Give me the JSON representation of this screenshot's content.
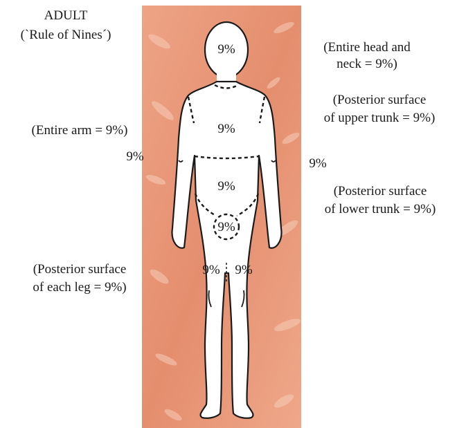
{
  "heading": {
    "line1": "ADULT",
    "line2": "(`Rule of Nines´)"
  },
  "labels": {
    "head_neck_1": "(Entire head and",
    "head_neck_2": "neck = 9%)",
    "upper_trunk_1": "(Posterior surface",
    "upper_trunk_2": "of upper trunk = 9%)",
    "arm": "(Entire arm = 9%)",
    "left_arm_pct": "9%",
    "right_arm_pct": "9%",
    "lower_trunk_1": "(Posterior surface",
    "lower_trunk_2": "of lower trunk = 9%)",
    "leg_1": "(Posterior surface",
    "leg_2": "of each leg = 9%)"
  },
  "body_regions": {
    "head": "9%",
    "upper_trunk": "9%",
    "lower_trunk": "9%",
    "genital": "9%",
    "left_leg": "9%",
    "right_leg": "9%"
  },
  "colors": {
    "skin_background": "#e9967a",
    "skin_highlight": "#f6c3ab",
    "body_fill": "#ffffff",
    "outline": "#1a1a1a"
  }
}
